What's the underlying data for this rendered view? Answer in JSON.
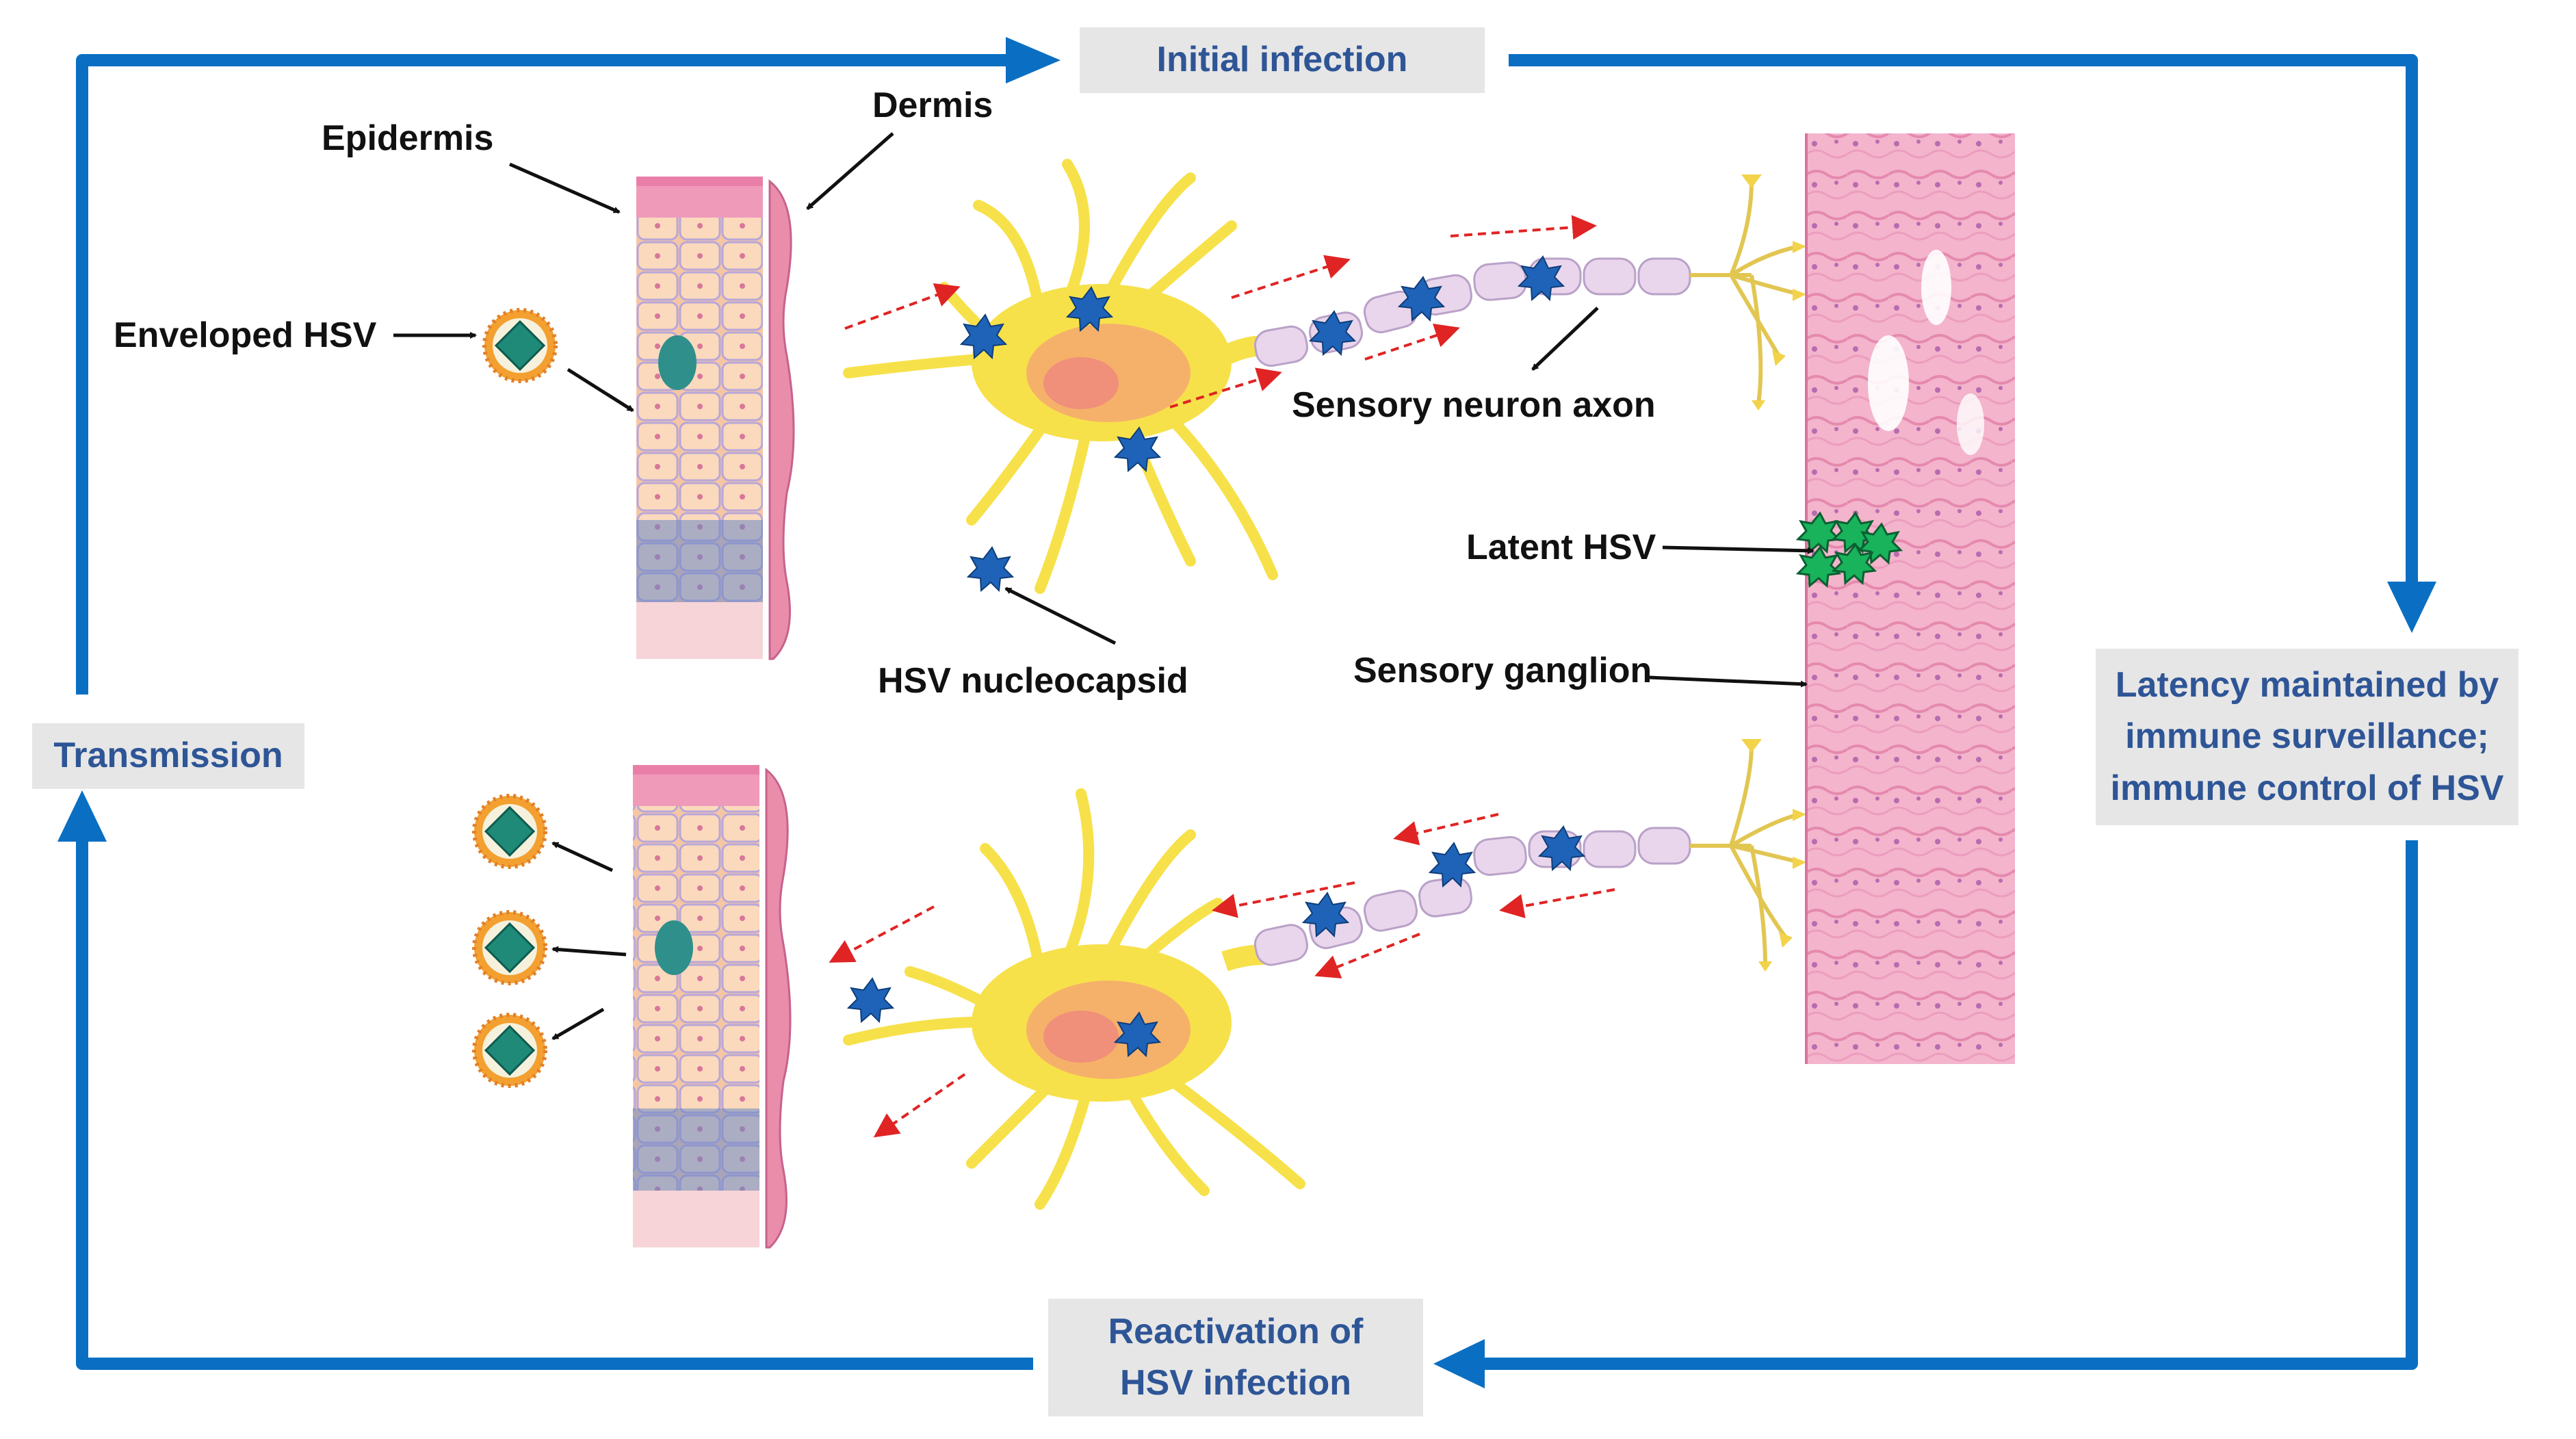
{
  "stages": {
    "initial": "Initial infection",
    "latency": [
      "Latency maintained by",
      "immune surveillance;",
      "immune control of HSV"
    ],
    "reactivation": [
      "Reactivation of",
      "HSV infection"
    ],
    "transmission": "Transmission"
  },
  "labels": {
    "epidermis": "Epidermis",
    "dermis": "Dermis",
    "enveloped_hsv": "Enveloped HSV",
    "sensory_neuron_axon": "Sensory neuron axon",
    "latent_hsv": "Latent HSV",
    "hsv_nucleocapsid": "HSV nucleocapsid",
    "sensory_ganglion": "Sensory ganglion"
  },
  "colors": {
    "cycle_arrow": "#0a6fc2",
    "stage_text": "#2e5596",
    "stage_box": "#e6e6e6",
    "neuron": "#f7e14a",
    "nucleocapsid": "#1f63b8",
    "latent_virus": "#19b35c",
    "ganglion": "#ef9fc0",
    "transport_arrow": "#e02424"
  }
}
